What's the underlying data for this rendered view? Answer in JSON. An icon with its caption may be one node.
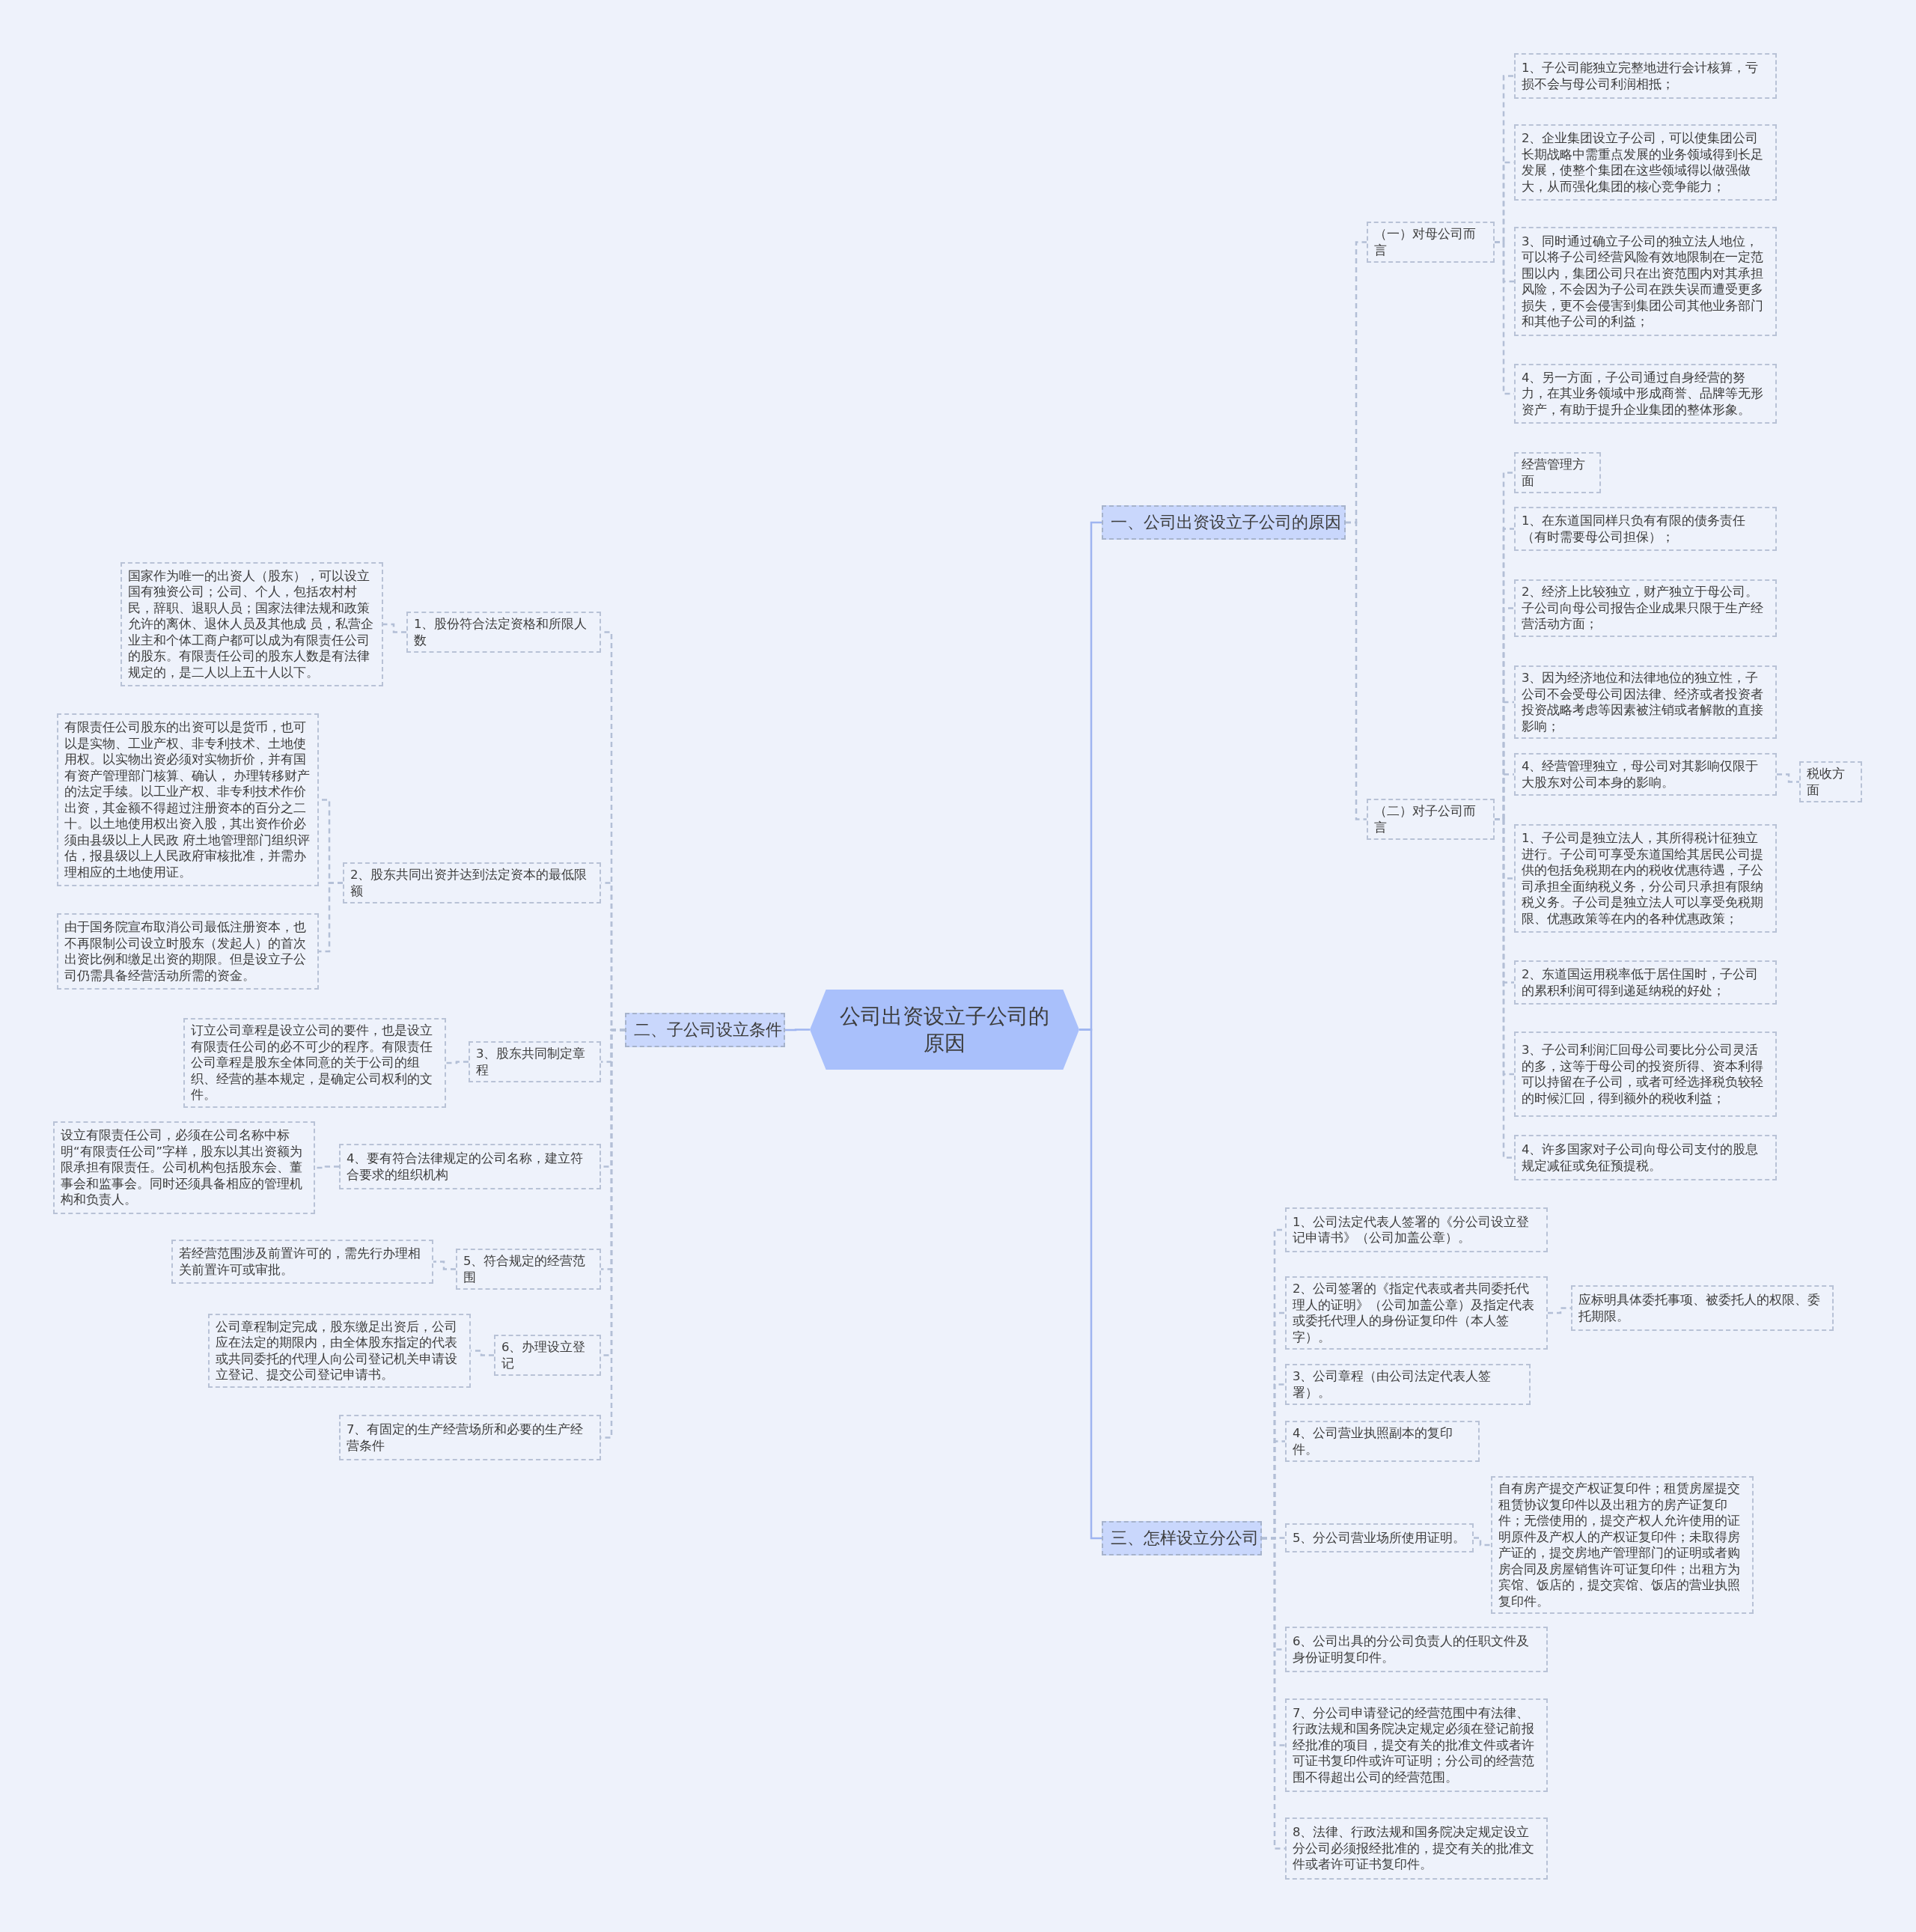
{
  "diagram": {
    "nodes": [
      {
        "text": [
          "公司出资设立子公司的原因"
        ]
      },
      {
        "text": [
          "一、公司出资设立子公司的原因"
        ]
      },
      {
        "text": [
          "（一）对母公司而言"
        ]
      },
      {
        "text": [
          "1、子公司能独立完整地进行会计核算，亏损不会与母公司利润相抵；"
        ]
      },
      {
        "text": [
          "2、企业集团设立子公司，可以使集团公司长期战略中需重点发展的业务领域得到长足发展，使整个集团在这些领域得以做强做大，从而强化集团的核心竞争能力；"
        ]
      },
      {
        "text": [
          "3、同时通过确立子公司的独立法人地位，可以将子公司经营风险有效地限制在一定范围以内，集团公司只在出资范围内对其承担风险，不会因为子公司在跌失误而遭受更多损失，更不会侵害到集团公司其他业务部门和其他子公司的利益；"
        ]
      },
      {
        "text": [
          "4、另一方面，子公司通过自身经营的努力，在其业务领域中形成商誉、品牌等无形资产，有助于提升企业集团的整体形象。"
        ]
      },
      {
        "text": [
          "（二）对子公司而言"
        ]
      },
      {
        "text": [
          "经营管理方面"
        ]
      },
      {
        "text": [
          "1、在东道国同样只负有有限的债务责任（有时需要母公司担保）；"
        ]
      },
      {
        "text": [
          "2、经济上比较独立，财产独立于母公司。子公司向母公司报告企业成果只限于生产经营活动方面；"
        ]
      },
      {
        "text": [
          "3、因为经济地位和法律地位的独立性，子公司不会受母公司因法律、经济或者投资者投资战略考虑等因素被注销或者解散的直接影响；"
        ]
      },
      {
        "text": [
          "4、经营管理独立，母公司对其影响仅限于大股东对公司本身的影响。"
        ]
      },
      {
        "text": [
          "税收方面"
        ]
      },
      {
        "text": [
          "1、子公司是独立法人，其所得税计征独立进行。子公司可享受东道国给其居民公司提供的包括免税期在内的税收优惠待遇，子公司承担全面纳税义务，分公司只承担有限纳税义务。子公司是独立法人可以享受免税期限、优惠政策等在内的各种优惠政策；"
        ]
      },
      {
        "text": [
          "2、东道国运用税率低于居住国时，子公司的累积利润可得到递延纳税的好处；"
        ]
      },
      {
        "text": [
          "3、子公司利润汇回母公司要比分公司灵活的多，这等于母公司的投资所得、资本利得可以持留在子公司，或者可经选择税负较轻的时候汇回，得到额外的税收利益；"
        ]
      },
      {
        "text": [
          "4、许多国家对子公司向母公司支付的股息规定减征或免征预提税。"
        ]
      },
      {
        "text": [
          "三、怎样设立分公司"
        ]
      },
      {
        "text": [
          "1、公司法定代表人签署的《分公司设立登记申请书》（公司加盖公章）。"
        ]
      },
      {
        "text": [
          "2、公司签署的《指定代表或者共同委托代理人的证明》（公司加盖公章）及指定代表或委托代理人的身份证复印件（本人签字）。"
        ]
      },
      {
        "text": [
          "应标明具体委托事项、被委托人的权限、委托期限。"
        ]
      },
      {
        "text": [
          "3、公司章程（由公司法定代表人签署）。"
        ]
      },
      {
        "text": [
          "4、公司营业执照副本的复印件。"
        ]
      },
      {
        "text": [
          "5、分公司营业场所使用证明。"
        ]
      },
      {
        "text": [
          "自有房产提交产权证复印件；租赁房屋提交租赁协议复印件以及出租方的房产证复印件；无偿使用的，提交产权人允许使用的证明原件及产权人的产权证复印件；未取得房产证的，提交房地产管理部门的证明或者购房合同及房屋销售许可证复印件；出租方为宾馆、饭店的，提交宾馆、饭店的营业执照复印件。"
        ]
      },
      {
        "text": [
          "6、公司出具的分公司负责人的任职文件及身份证明复印件。"
        ]
      },
      {
        "text": [
          "7、分公司申请登记的经营范围中有法律、行政法规和国务院决定规定必须在登记前报经批准的项目，提交有关的批准文件或者许可证书复印件或许可证明；分公司的经营范围不得超出公司的经营范围。"
        ]
      },
      {
        "text": [
          "8、法律、行政法规和国务院决定规定设立分公司必须报经批准的，提交有关的批准文件或者许可证书复印件。"
        ]
      },
      {
        "text": [
          "二、子公司设立条件"
        ]
      },
      {
        "text": [
          "1、股份符合法定资格和所限人数"
        ]
      },
      {
        "text": [
          "国家作为唯一的出资人（股东），可以设立国有独资公司；公司、个人，包括农村村民，辞职、退职人员；国家法律法规和政策允许的离休、退休人员及其他成 员，私营企业主和个体工商户都可以成为有限责任公司的股东。有限责任公司的股东人数是有法律规定的，是二人以上五十人以下。"
        ]
      },
      {
        "text": [
          "2、股东共同出资并达到法定资本的最低限额"
        ]
      },
      {
        "text": [
          "有限责任公司股东的出资可以是货币，也可以是实物、工业产权、非专利技术、土地使用权。以实物出资必须对实物折价，并有国有资产管理部门核算、确认， 办理转移财产的法定手续。以工业产权、非专利技术作价出资，其金额不得超过注册资本的百分之二十。以土地使用权出资入股，其出资作价必须由县级以上人民政 府土地管理部门组织评估，报县级以上人民政府审核批准，并需办理相应的土地使用证。"
        ]
      },
      {
        "text": [
          "由于国务院宣布取消公司最低注册资本，也不再限制公司设立时股东（发起人）的首次出资比例和缴足出资的期限。但是设立子公司仍需具备经营活动所需的资金。"
        ]
      },
      {
        "text": [
          "3、股东共同制定章程"
        ]
      },
      {
        "text": [
          "订立公司章程是设立公司的要件，也是设立有限责任公司的必不可少的程序。有限责任公司章程是股东全体同意的关于公司的组织、经营的基本规定，是确定公司权利的文件。"
        ]
      },
      {
        "text": [
          "4、要有符合法律规定的公司名称，建立符合要求的组织机构"
        ]
      },
      {
        "text": [
          "设立有限责任公司，必须在公司名称中标明“有限责任公司”字样，股东以其出资额为限承担有限责任。公司机构包括股东会、董事会和监事会。同时还须具备相应的管理机构和负责人。"
        ]
      },
      {
        "text": [
          "5、符合规定的经营范围"
        ]
      },
      {
        "text": [
          "若经营范围涉及前置许可的，需先行办理相关前置许可或审批。"
        ]
      },
      {
        "text": [
          "6、办理设立登记"
        ]
      },
      {
        "text": [
          "公司章程制定完成，股东缴足出资后，公司应在法定的期限内，由全体股东指定的代表或共同委托的代理人向公司登记机关申请设立登记、提交公司登记申请书。"
        ]
      },
      {
        "text": [
          "7、有固定的生产经营场所和必要的生产经营条件"
        ]
      }
    ],
    "edges": [
      {
        "from": 0,
        "to": 1,
        "arrow": "none"
      },
      {
        "from": 1,
        "to": 2,
        "arrow": "none",
        "style": "dashed"
      },
      {
        "from": 2,
        "to": 3,
        "arrow": "none",
        "style": "dashed"
      },
      {
        "from": 2,
        "to": 4,
        "arrow": "none",
        "style": "dashed"
      },
      {
        "from": 2,
        "to": 5,
        "arrow": "none",
        "style": "dashed"
      },
      {
        "from": 2,
        "to": 6,
        "arrow": "none",
        "style": "dashed"
      },
      {
        "from": 1,
        "to": 7,
        "arrow": "none",
        "style": "dashed"
      },
      {
        "from": 7,
        "to": 8,
        "arrow": "none",
        "style": "dashed"
      },
      {
        "from": 7,
        "to": 9,
        "arrow": "none",
        "style": "dashed"
      },
      {
        "from": 7,
        "to": 10,
        "arrow": "none",
        "style": "dashed"
      },
      {
        "from": 7,
        "to": 11,
        "arrow": "none",
        "style": "dashed"
      },
      {
        "from": 7,
        "to": 12,
        "arrow": "none",
        "style": "dashed"
      },
      {
        "from": 12,
        "to": 13,
        "arrow": "none",
        "style": "dashed"
      },
      {
        "from": 7,
        "to": 14,
        "arrow": "none",
        "style": "dashed"
      },
      {
        "from": 7,
        "to": 15,
        "arrow": "none",
        "style": "dashed"
      },
      {
        "from": 7,
        "to": 16,
        "arrow": "none",
        "style": "dashed"
      },
      {
        "from": 7,
        "to": 17,
        "arrow": "none",
        "style": "dashed"
      },
      {
        "from": 0,
        "to": 18,
        "arrow": "none"
      },
      {
        "from": 18,
        "to": 19,
        "arrow": "none",
        "style": "dashed"
      },
      {
        "from": 18,
        "to": 20,
        "arrow": "none",
        "style": "dashed"
      },
      {
        "from": 20,
        "to": 21,
        "arrow": "none",
        "style": "dashed"
      },
      {
        "from": 18,
        "to": 22,
        "arrow": "none",
        "style": "dashed"
      },
      {
        "from": 18,
        "to": 23,
        "arrow": "none",
        "style": "dashed"
      },
      {
        "from": 18,
        "to": 24,
        "arrow": "none",
        "style": "dashed"
      },
      {
        "from": 24,
        "to": 25,
        "arrow": "none",
        "style": "dashed"
      },
      {
        "from": 18,
        "to": 26,
        "arrow": "none",
        "style": "dashed"
      },
      {
        "from": 18,
        "to": 27,
        "arrow": "none",
        "style": "dashed"
      },
      {
        "from": 18,
        "to": 28,
        "arrow": "none",
        "style": "dashed"
      },
      {
        "from": 0,
        "to": 29,
        "arrow": "none"
      },
      {
        "from": 29,
        "to": 30,
        "arrow": "none",
        "style": "dashed"
      },
      {
        "from": 30,
        "to": 31,
        "arrow": "none",
        "style": "dashed"
      },
      {
        "from": 29,
        "to": 32,
        "arrow": "none",
        "style": "dashed"
      },
      {
        "from": 32,
        "to": 33,
        "arrow": "none",
        "style": "dashed"
      },
      {
        "from": 32,
        "to": 34,
        "arrow": "none",
        "style": "dashed"
      },
      {
        "from": 29,
        "to": 35,
        "arrow": "none",
        "style": "dashed"
      },
      {
        "from": 35,
        "to": 36,
        "arrow": "none",
        "style": "dashed"
      },
      {
        "from": 29,
        "to": 37,
        "arrow": "none",
        "style": "dashed"
      },
      {
        "from": 37,
        "to": 38,
        "arrow": "none",
        "style": "dashed"
      },
      {
        "from": 29,
        "to": 39,
        "arrow": "none",
        "style": "dashed"
      },
      {
        "from": 39,
        "to": 40,
        "arrow": "none",
        "style": "dashed"
      },
      {
        "from": 29,
        "to": 41,
        "arrow": "none",
        "style": "dashed"
      },
      {
        "from": 41,
        "to": 42,
        "arrow": "none",
        "style": "dashed"
      },
      {
        "from": 29,
        "to": 43,
        "arrow": "none",
        "style": "dashed"
      }
    ]
  }
}
